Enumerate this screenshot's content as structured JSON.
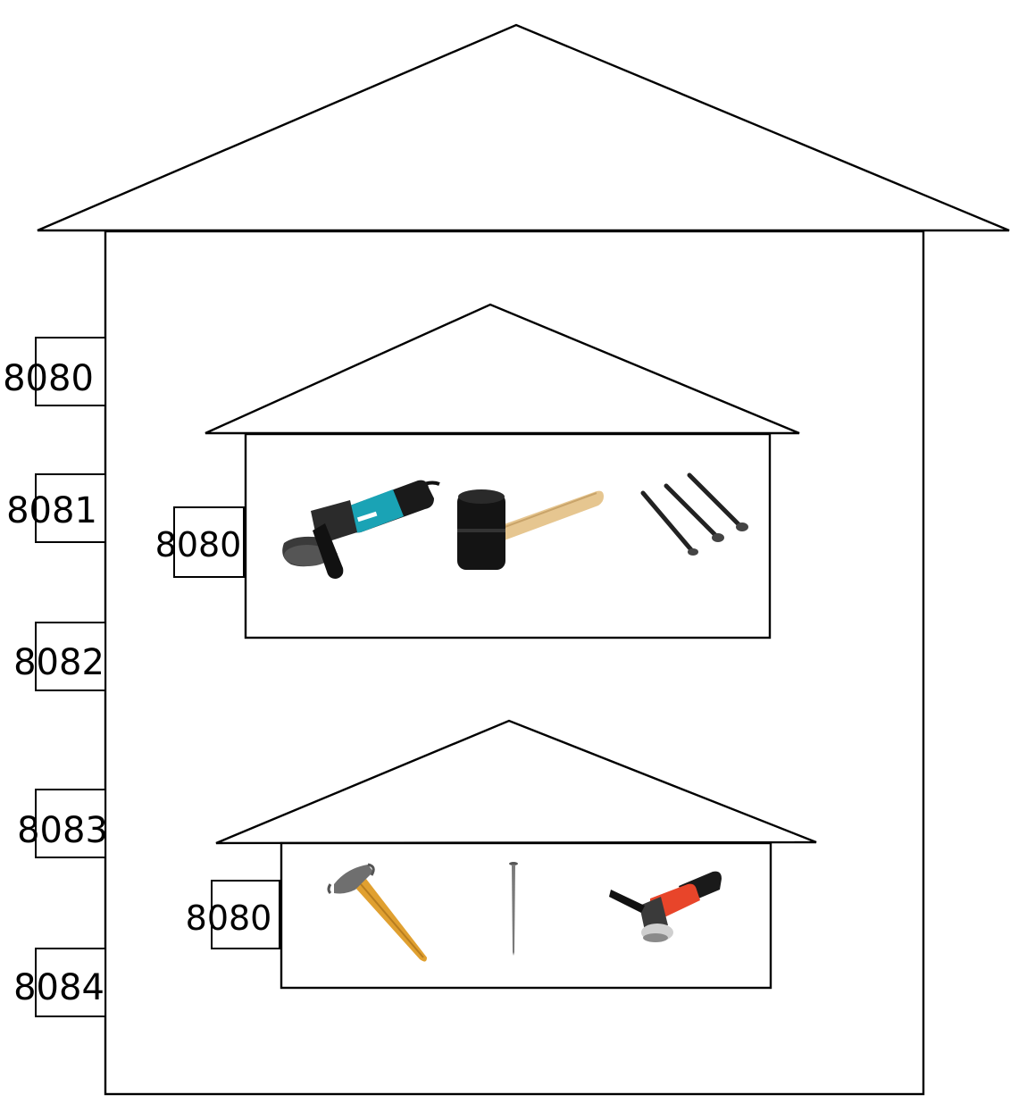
{
  "host": {
    "ports": [
      {
        "label": "8080"
      },
      {
        "label": "8081"
      },
      {
        "label": "8082"
      },
      {
        "label": "8083"
      },
      {
        "label": "8084"
      }
    ]
  },
  "containers": [
    {
      "port_label": "8080",
      "tools": [
        {
          "icon": "angle-grinder-teal-icon",
          "color": "#1aa3b5"
        },
        {
          "icon": "rubber-mallet-icon",
          "color": "#111111"
        },
        {
          "icon": "nails-icon",
          "color": "#222222"
        }
      ]
    },
    {
      "port_label": "8080",
      "tools": [
        {
          "icon": "claw-hammer-icon",
          "color": "#e0a030"
        },
        {
          "icon": "nail-icon",
          "color": "#777777"
        },
        {
          "icon": "angle-grinder-orange-icon",
          "color": "#e8452a"
        }
      ]
    }
  ]
}
